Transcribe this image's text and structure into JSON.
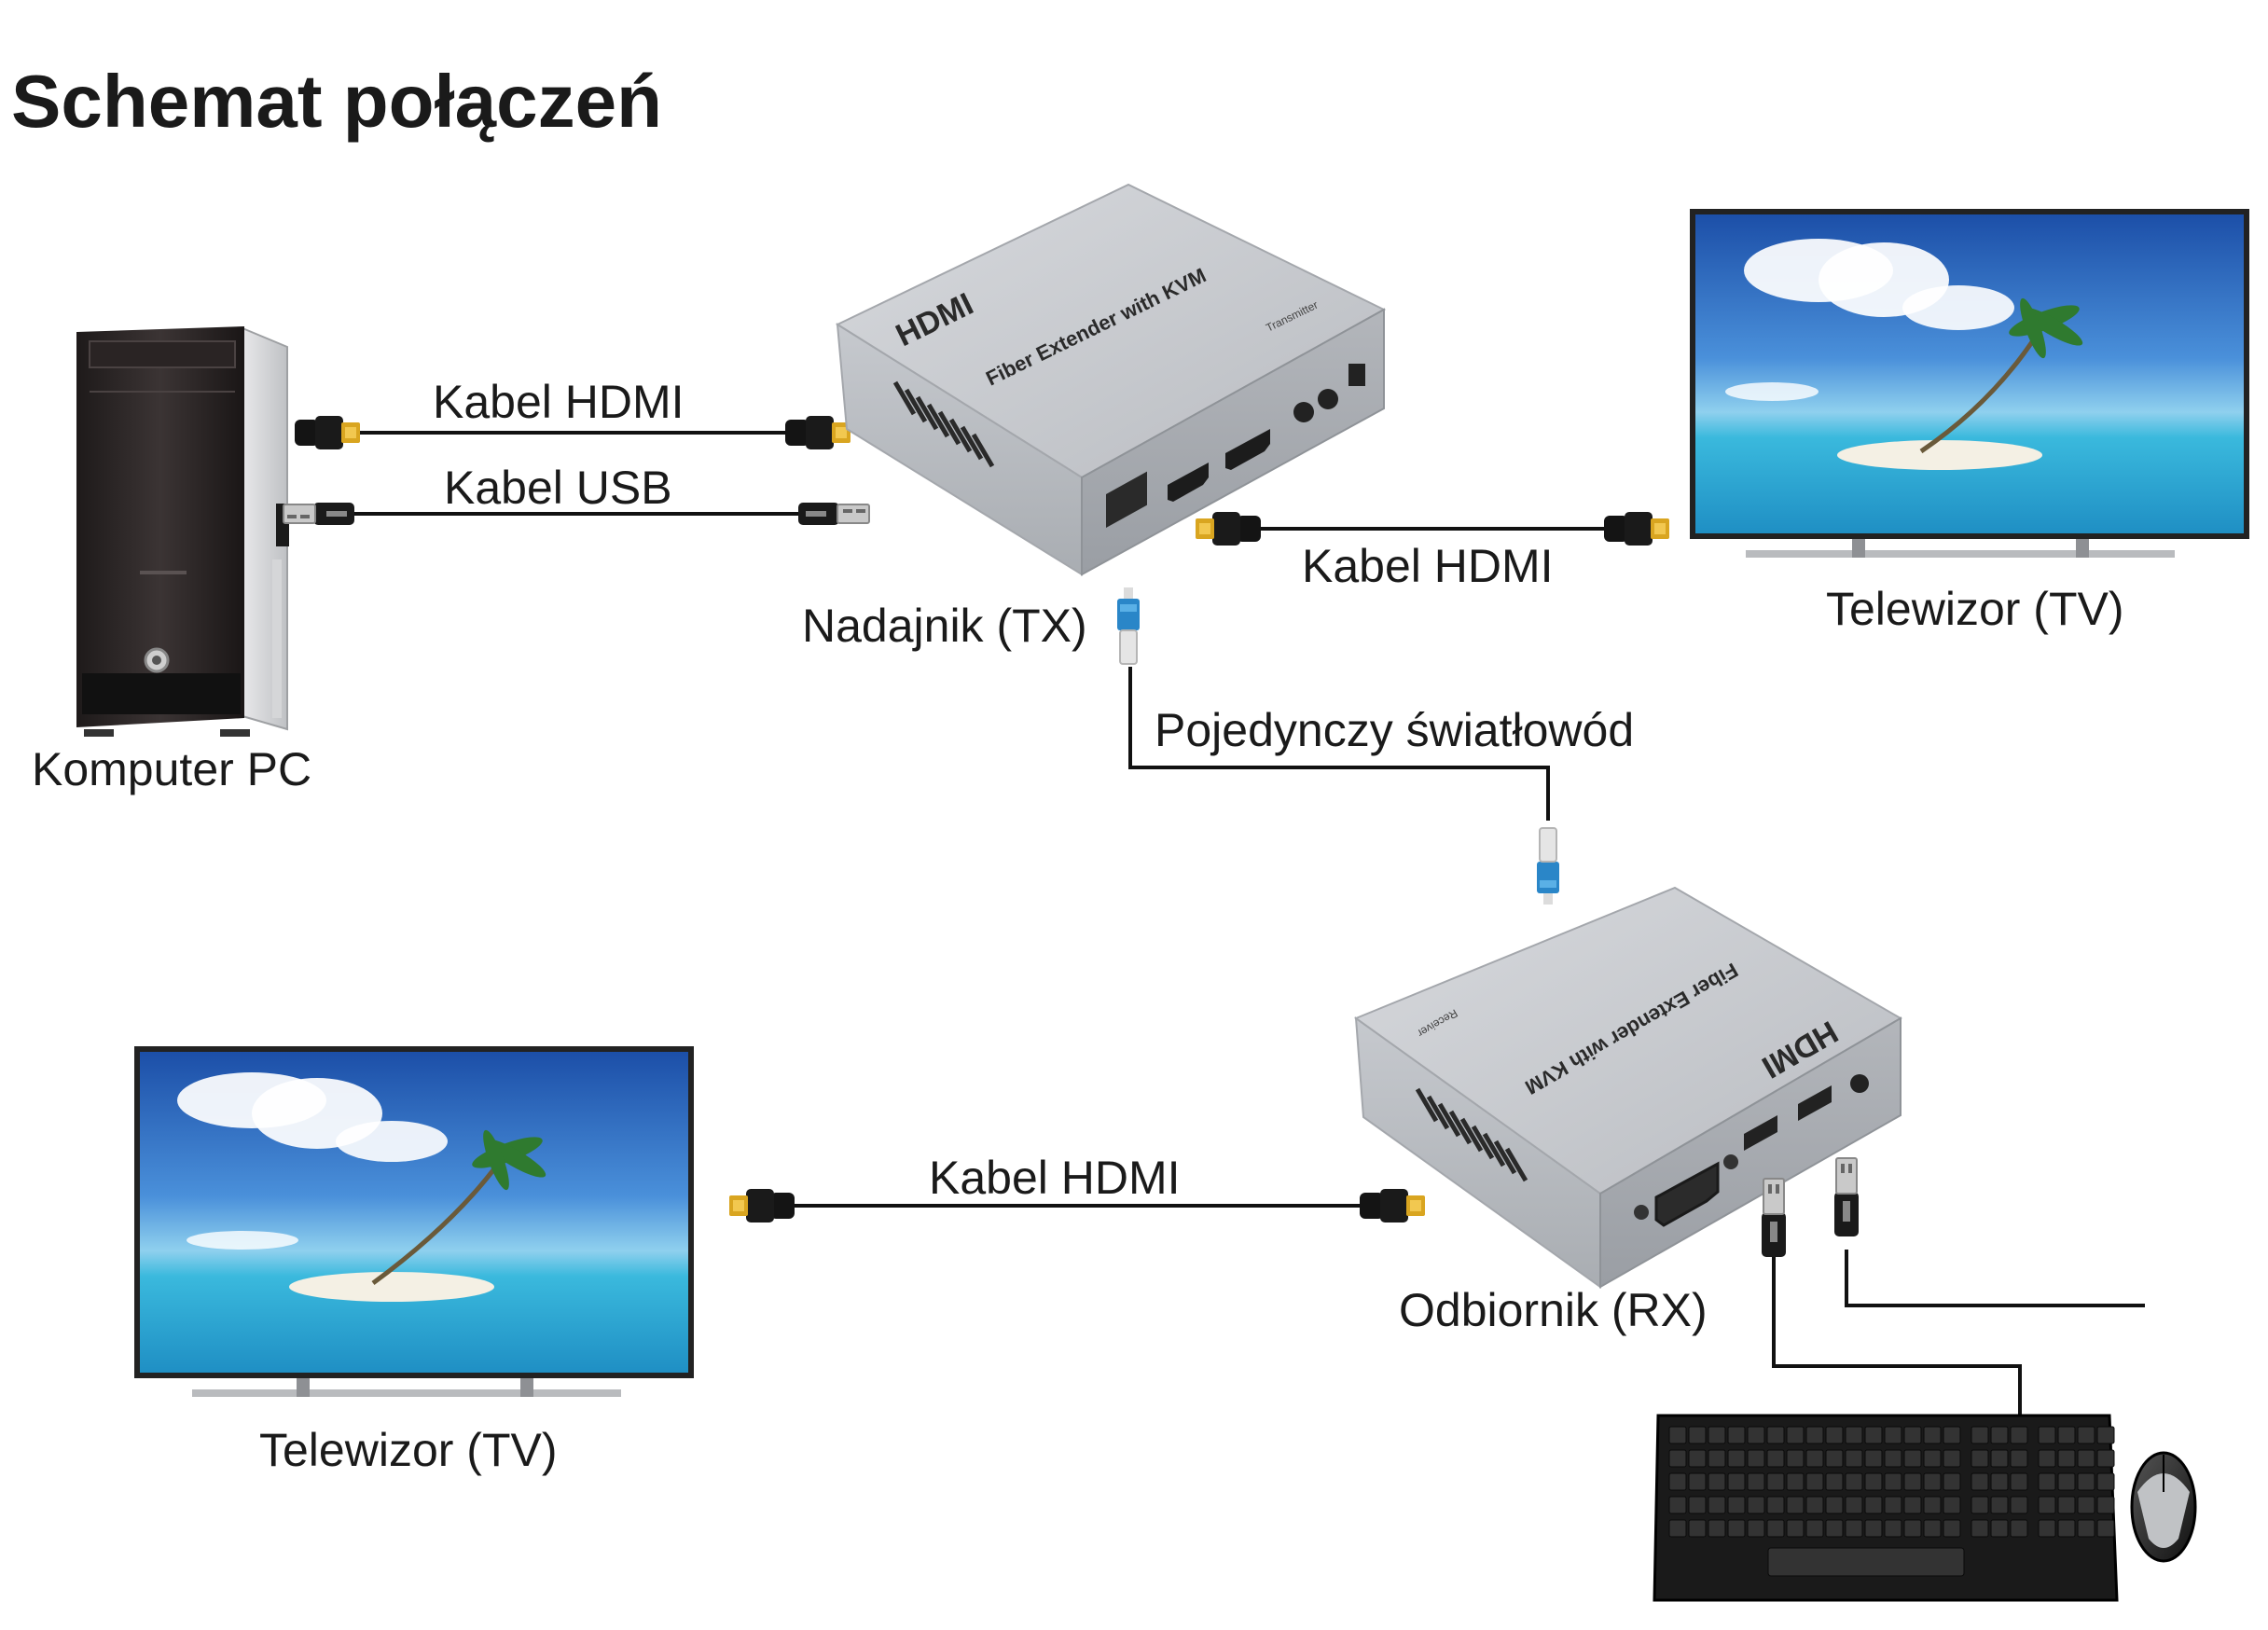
{
  "title": "Schemat połączeń",
  "labels": {
    "pc": "Komputer PC",
    "tv_top": "Telewizor (TV)",
    "tv_bottom": "Telewizor (TV)",
    "tx": "Nadajnik (TX)",
    "rx": "Odbiornik (RX)",
    "hdmi_pc_tx": "Kabel HDMI",
    "usb_pc_tx": "Kabel USB",
    "hdmi_tx_tv": "Kabel HDMI",
    "fiber": "Pojedynczy światłowód",
    "hdmi_rx_tv": "Kabel HDMI"
  },
  "device_text": {
    "tx_logo": "HDMI",
    "tx_model": "Fiber Extender with KVM",
    "tx_type": "Transmitter",
    "rx_logo": "HDMI",
    "rx_model": "Fiber Extender with KVM",
    "rx_type": "Receiver"
  },
  "icons": {
    "pc": "desktop-tower-icon",
    "tv": "flat-tv-icon",
    "keyboard": "keyboard-icon",
    "mouse": "mouse-icon",
    "hdmi_plug": "hdmi-plug-icon",
    "usb_plug": "usb-plug-icon",
    "fiber_plug": "fiber-connector-icon"
  },
  "colors": {
    "cable": "#111111",
    "device_silver": "#c8cbd0",
    "device_dark": "#9a9ea4",
    "hdmi_gold": "#d9a520",
    "fiber_blue": "#2a86c8",
    "sky": "#3f86d6",
    "sea": "#3fb8dc"
  }
}
